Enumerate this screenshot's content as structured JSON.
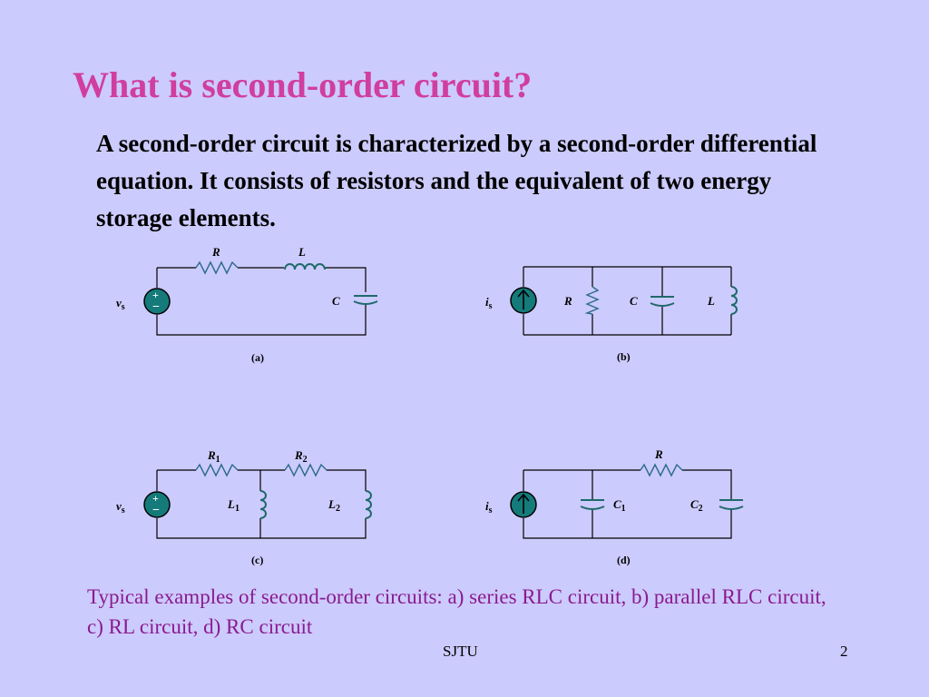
{
  "slide": {
    "title": "What is second-order circuit?",
    "intro": "A second-order circuit is characterized by a second-order differential equation. It consists of resistors and the equivalent of two energy storage elements.",
    "caption": "Typical examples of second-order circuits: a) series RLC circuit, b) parallel RLC circuit, c) RL circuit, d) RC circuit",
    "footer": "SJTU",
    "page_number": "2"
  },
  "diagrams": {
    "a": {
      "tag": "(a)",
      "source": "v",
      "source_sub": "s",
      "r": "R",
      "l": "L",
      "c": "C"
    },
    "b": {
      "tag": "(b)",
      "source": "i",
      "source_sub": "s",
      "r": "R",
      "c": "C",
      "l": "L"
    },
    "c": {
      "tag": "(c)",
      "source": "v",
      "source_sub": "s",
      "r1": "R",
      "r1_sub": "1",
      "r2": "R",
      "r2_sub": "2",
      "l1": "L",
      "l1_sub": "1",
      "l2": "L",
      "l2_sub": "2"
    },
    "d": {
      "tag": "(d)",
      "source": "i",
      "source_sub": "s",
      "r": "R",
      "c1": "C",
      "c1_sub": "1",
      "c2": "C",
      "c2_sub": "2"
    }
  },
  "colors": {
    "background": "#cccbfd",
    "title": "#d03e9e",
    "caption": "#8a1a90",
    "component": "#1f6a6a"
  }
}
